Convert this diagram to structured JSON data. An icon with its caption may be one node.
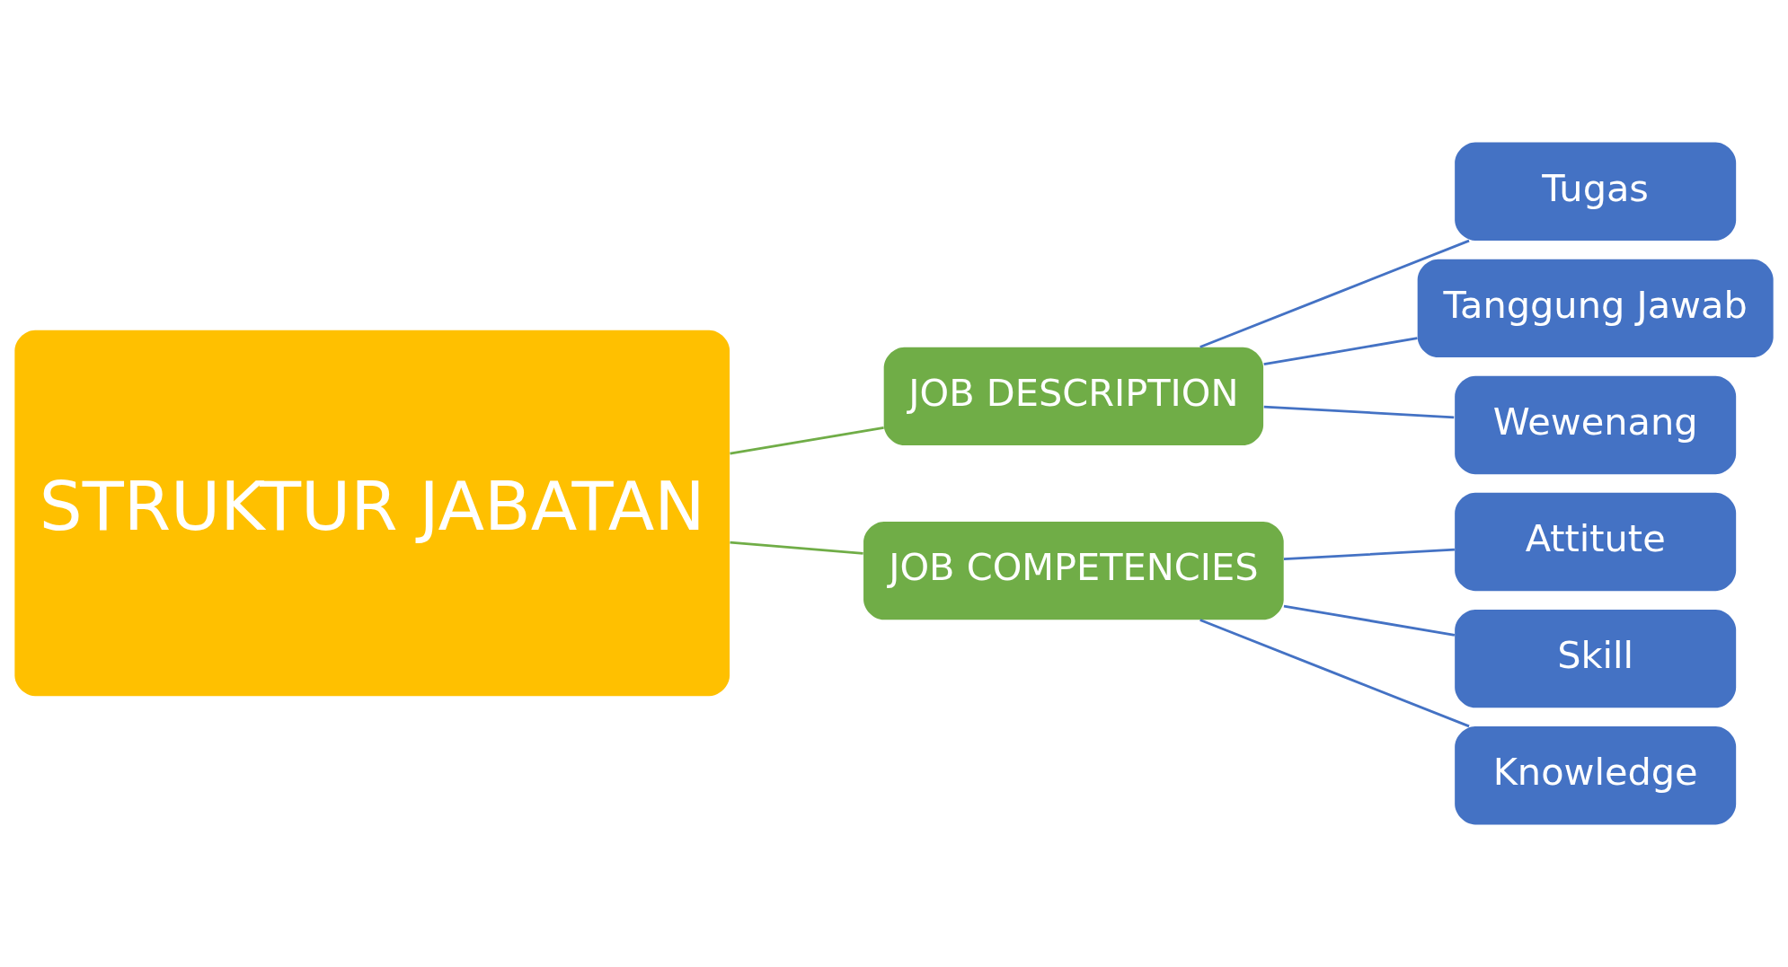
{
  "diagram": {
    "nodes": [
      {
        "text": [
          "STRUKTUR JABATAN"
        ]
      },
      {
        "text": [
          "JOB DESCRIPTION"
        ]
      },
      {
        "text": [
          "JOB COMPETENCIES"
        ]
      },
      {
        "text": [
          "Tugas"
        ]
      },
      {
        "text": [
          "Tanggung Jawab"
        ]
      },
      {
        "text": [
          "Wewenang"
        ]
      },
      {
        "text": [
          "Attitute"
        ]
      },
      {
        "text": [
          "Skill"
        ]
      },
      {
        "text": [
          "Knowledge"
        ]
      }
    ],
    "edges": [
      {
        "from": 0,
        "to": 1,
        "arrow": "none",
        "color": "#70ad47"
      },
      {
        "from": 0,
        "to": 2,
        "arrow": "none",
        "color": "#70ad47"
      },
      {
        "from": 1,
        "to": 3,
        "arrow": "none"
      },
      {
        "from": 1,
        "to": 4,
        "arrow": "none"
      },
      {
        "from": 1,
        "to": 5,
        "arrow": "none"
      },
      {
        "from": 2,
        "to": 6,
        "arrow": "none"
      },
      {
        "from": 2,
        "to": 7,
        "arrow": "none"
      },
      {
        "from": 2,
        "to": 8,
        "arrow": "none"
      }
    ]
  }
}
